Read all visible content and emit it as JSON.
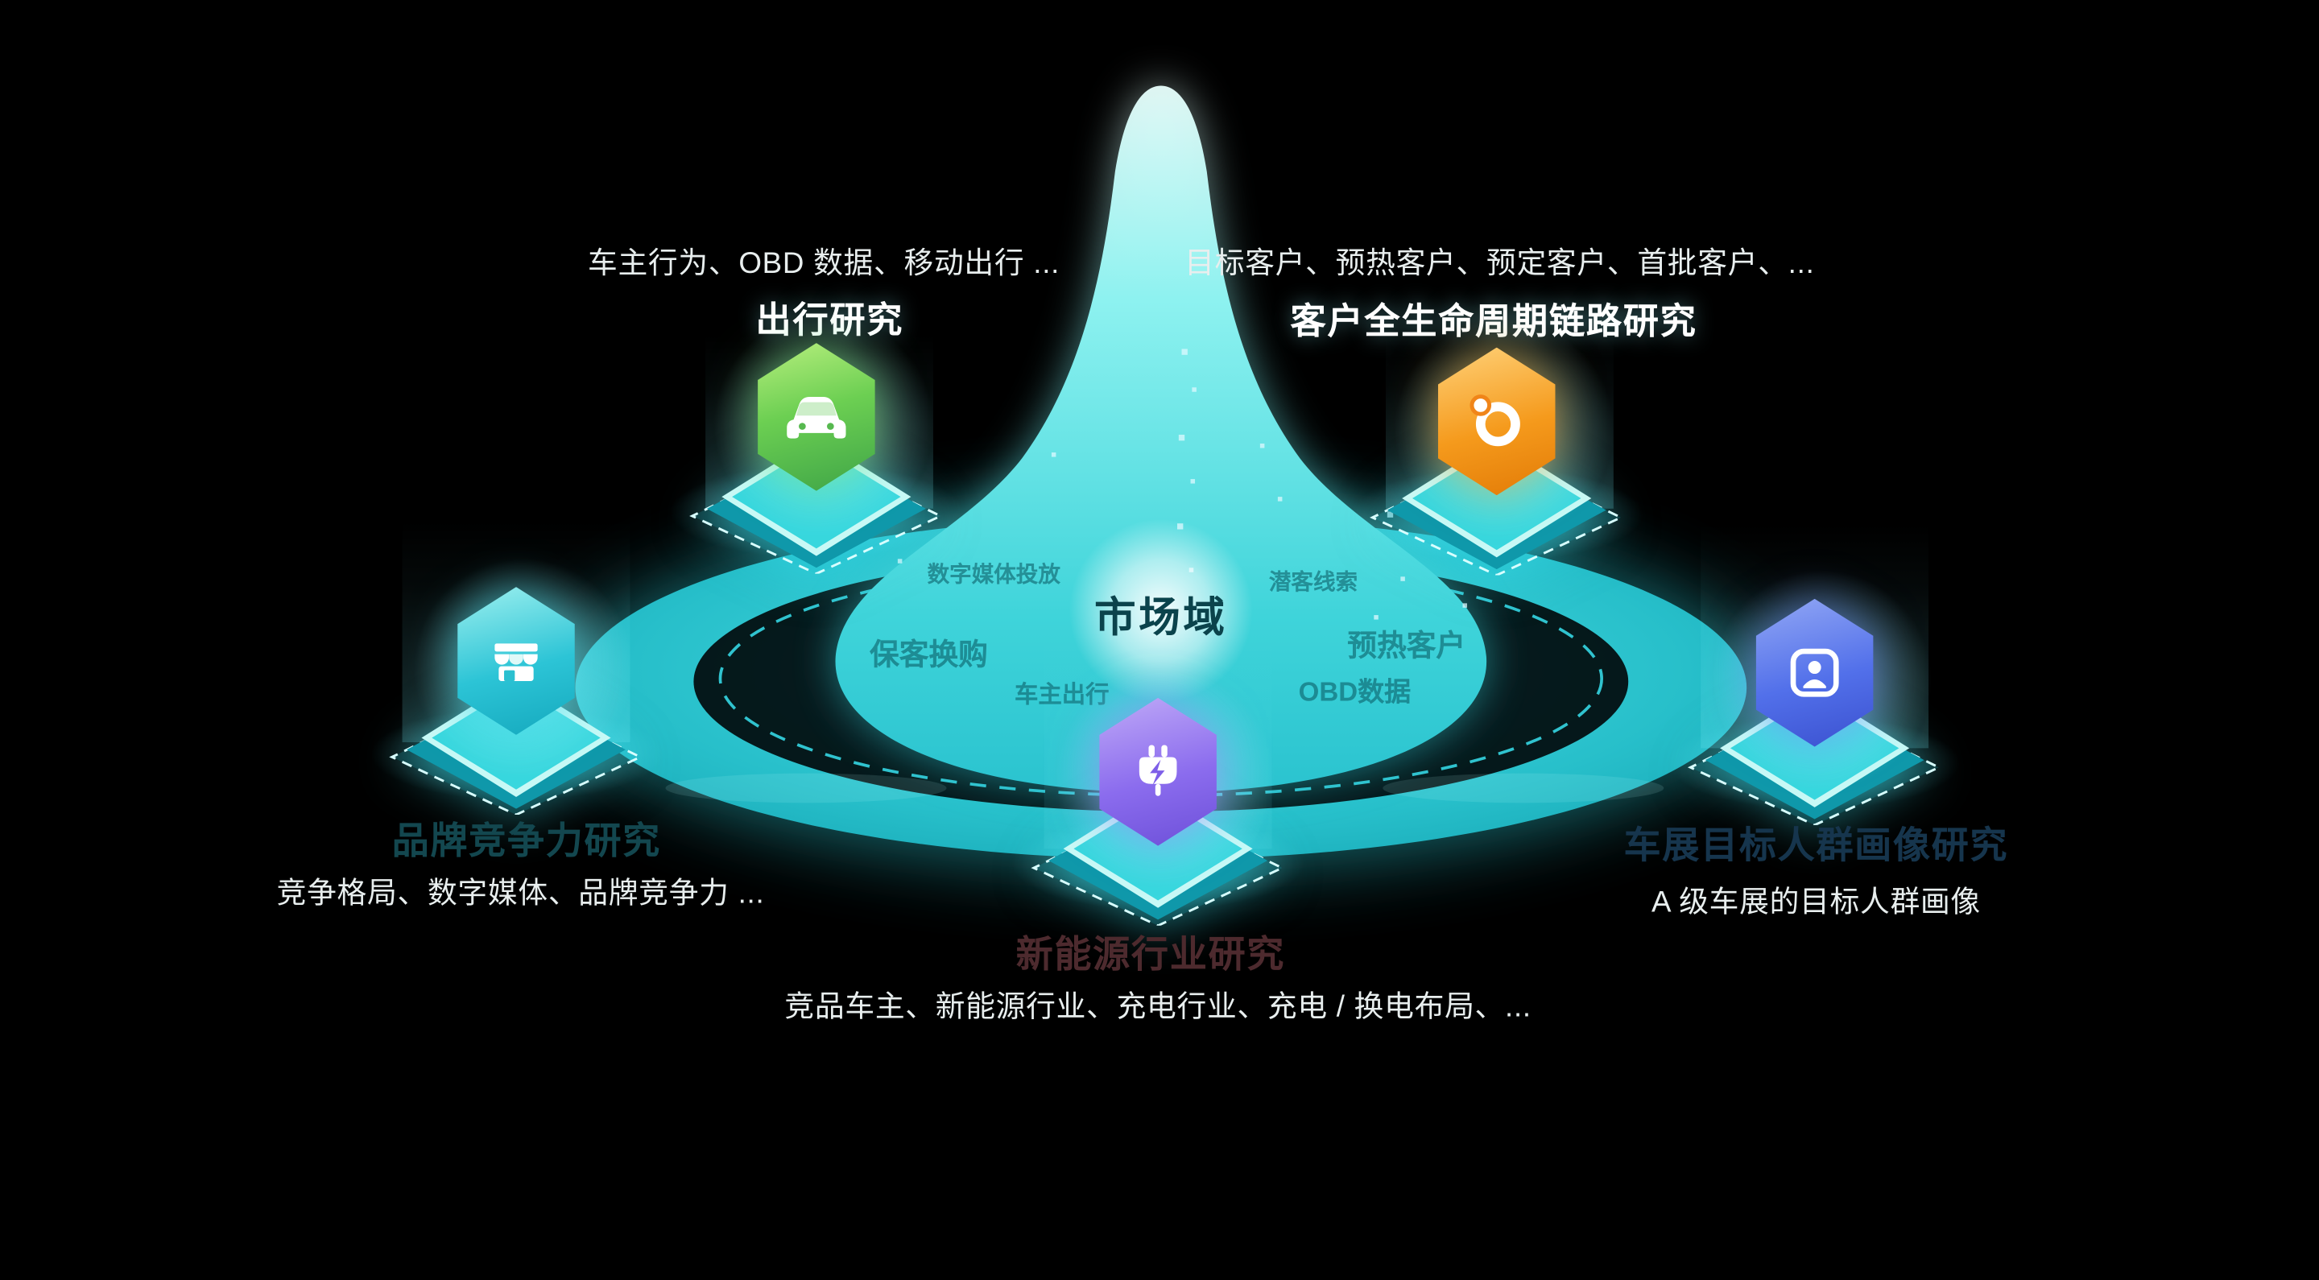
{
  "center": {
    "label": "市场域"
  },
  "nodes": [
    {
      "id": "travel-research",
      "title": "出行研究",
      "subtitle": "车主行为、OBD 数据、移动出行 ...",
      "icon": "car-icon",
      "accent": "#57c24f"
    },
    {
      "id": "customer-lifecycle",
      "title": "客户全生命周期链路研究",
      "subtitle": "目标客户、预热客户、预定客户、首批客户、...",
      "icon": "lifecycle-ring-icon",
      "accent": "#f5920f"
    },
    {
      "id": "brand-competition",
      "title": "品牌竞争力研究",
      "subtitle": "竞争格局、数字媒体、品牌竞争力 ...",
      "icon": "storefront-icon",
      "accent": "#2bc8d6"
    },
    {
      "id": "new-energy-research",
      "title": "新能源行业研究",
      "subtitle": "竞品车主、新能源行业、充电行业、充电 / 换电布局、...",
      "icon": "charging-plug-icon",
      "accent": "#8468ea"
    },
    {
      "id": "audience-portrait",
      "title": "车展目标人群画像研究",
      "subtitle": "A 级车展的目标人群画像",
      "icon": "id-card-icon",
      "accent": "#4f68e8"
    }
  ],
  "watermarks": [
    "数字媒体投放",
    "保客换购",
    "车主出行",
    "潜客线索",
    "预热客户",
    "OBD数据"
  ],
  "palette": {
    "background": "#000000",
    "disc_teal": "#27bfca",
    "beam_highlight": "#8ef2f0",
    "dashed_ring": "#38e2ee",
    "center_text": "#0b434c"
  }
}
